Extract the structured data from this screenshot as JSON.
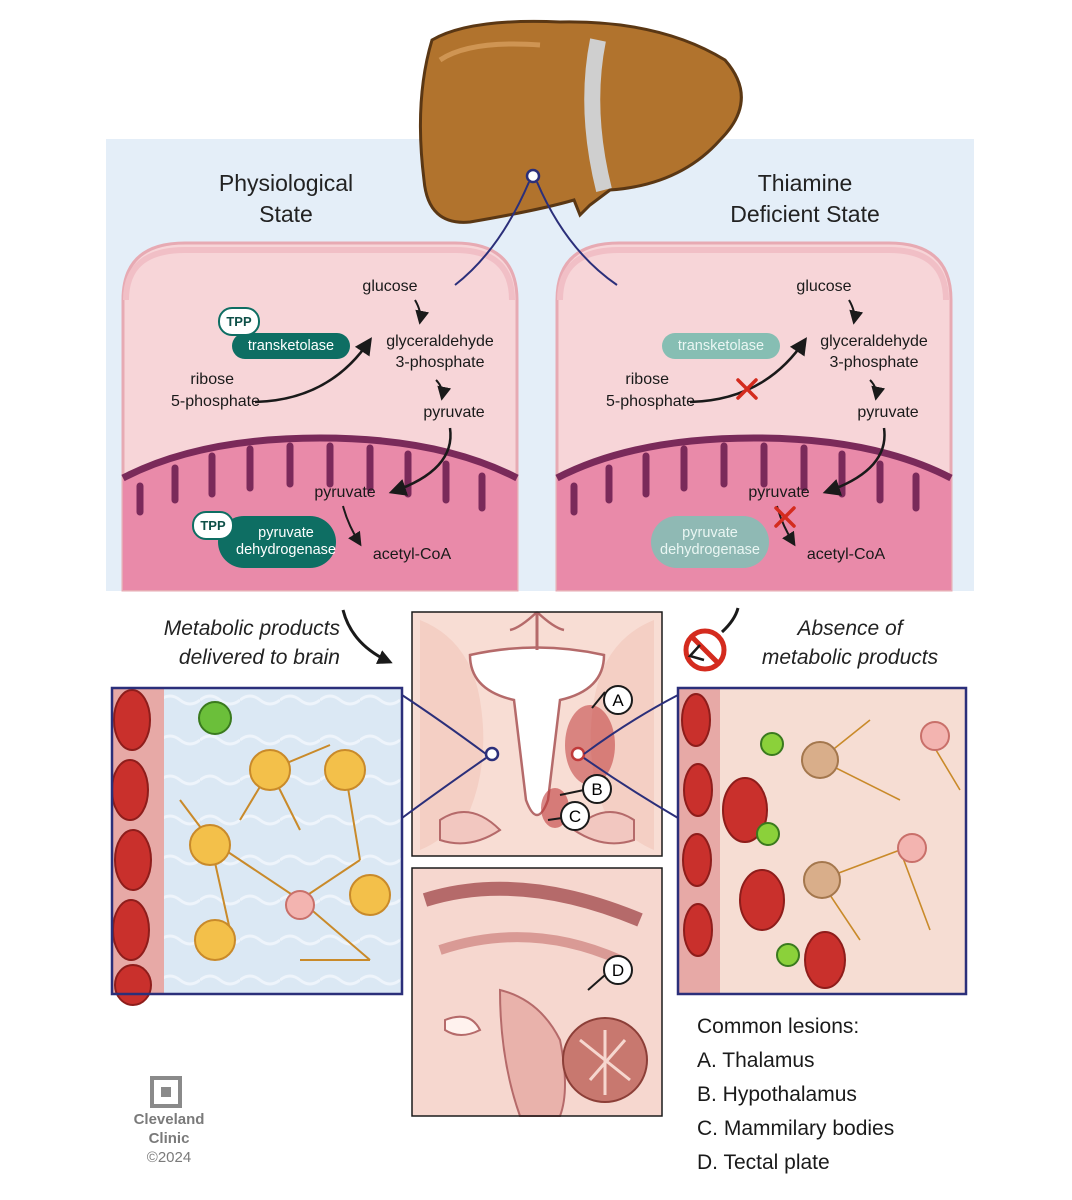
{
  "physiological": {
    "title_line1": "Physiological",
    "title_line2": "State",
    "glucose": "glucose",
    "g3p_line1": "glyceraldehyde",
    "g3p_line2": "3-phosphate",
    "ribose_line1": "ribose",
    "ribose_line2": "5-phosphate",
    "pyruvate_cyto": "pyruvate",
    "pyruvate_mito": "pyruvate",
    "acetyl": "acetyl-CoA",
    "tpp1": "TPP",
    "tpp2": "TPP",
    "transketolase": "transketolase",
    "pdh_line1": "pyruvate",
    "pdh_line2": "dehydrogenase"
  },
  "deficient": {
    "title_line1": "Thiamine",
    "title_line2": "Deficient State",
    "glucose": "glucose",
    "g3p_line1": "glyceraldehyde",
    "g3p_line2": "3-phosphate",
    "ribose_line1": "ribose",
    "ribose_line2": "5-phosphate",
    "pyruvate_cyto": "pyruvate",
    "pyruvate_mito": "pyruvate",
    "acetyl": "acetyl-CoA",
    "transketolase": "transketolase",
    "pdh_line1": "pyruvate",
    "pdh_line2": "dehydrogenase"
  },
  "delivered_line1": "Metabolic products",
  "delivered_line2": "delivered to brain",
  "absence_line1": "Absence of",
  "absence_line2": "metabolic products",
  "markers": [
    "A",
    "B",
    "C",
    "D"
  ],
  "lesions": {
    "heading": "Common lesions:",
    "items": [
      "A. Thalamus",
      "B. Hypothalamus",
      "C. Mammilary bodies",
      "D. Tectal plate"
    ]
  },
  "logo": {
    "line1": "Cleveland",
    "line2": "Clinic",
    "year": "©2024"
  },
  "colors": {
    "panel_bg": "#e4eef8",
    "cell": "#f6d3d6",
    "mitochondrion": "#e889a8",
    "enzyme": "#0e6e63",
    "liver": "#b1732d",
    "block_cross": "#d42b1e",
    "frame": "#2b2f7a"
  }
}
